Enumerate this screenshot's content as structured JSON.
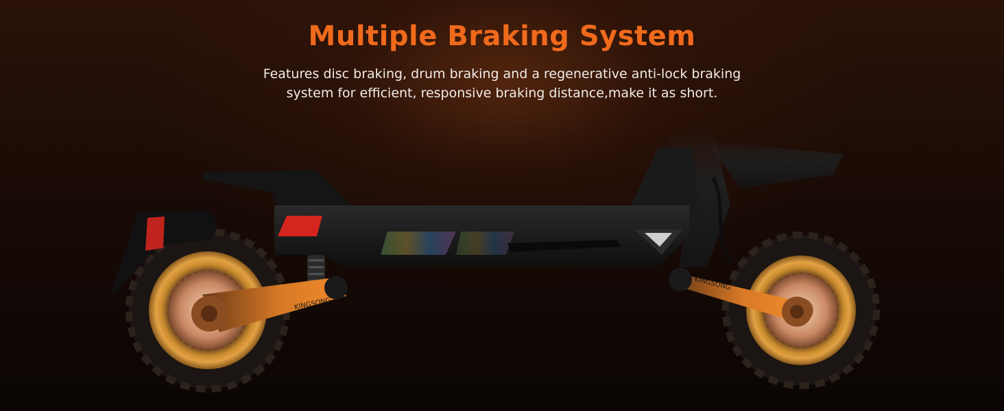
{
  "header": {
    "title": "Multiple Braking System",
    "description_line1": "Features disc braking, drum braking and a regenerative anti-lock braking",
    "description_line2": "system for efficient, responsive braking distance,make it as short."
  },
  "product": {
    "brand_label": "KINGSONG",
    "accent_color": "#f06a1c",
    "rim_color": "#d8902e",
    "body_color": "#171717"
  }
}
